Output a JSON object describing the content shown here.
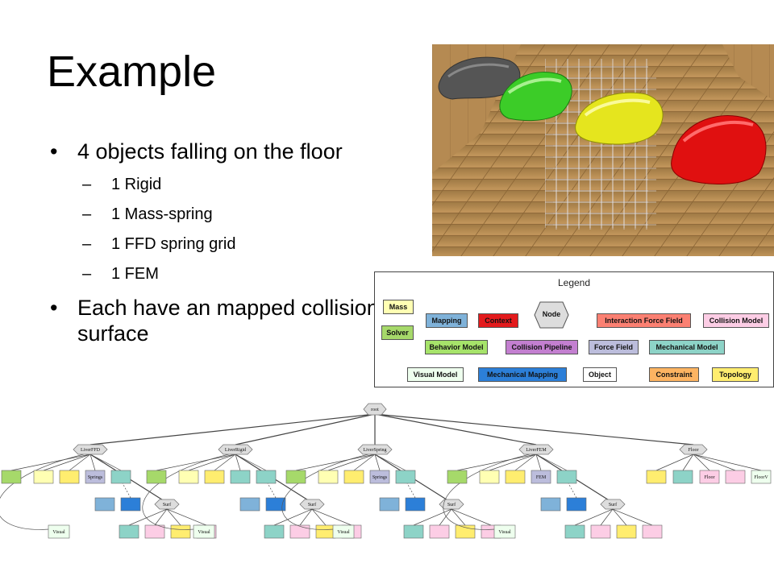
{
  "slide": {
    "title": "Example",
    "bullets": [
      {
        "text": "4 objects falling on the floor",
        "sub": [
          "1 Rigid",
          "1 Mass-spring",
          "1 FFD spring grid",
          "1 FEM"
        ]
      },
      {
        "text": "Each have an mapped collision surface"
      }
    ]
  },
  "legend": {
    "title": "Legend",
    "items": {
      "mass": "Mass",
      "solver": "Solver",
      "mapping": "Mapping",
      "context": "Context",
      "node": "Node",
      "interaction_force_field": "Interaction Force Field",
      "collision_model": "Collision Model",
      "behavior_model": "Behavior Model",
      "collision_pipeline": "Collision Pipeline",
      "force_field": "Force Field",
      "mechanical_model": "Mechanical Model",
      "visual_model": "Visual Model",
      "mechanical_mapping": "Mechanical Mapping",
      "object": "Object",
      "constraint": "Constraint",
      "topology": "Topology"
    }
  },
  "graph": {
    "root": "root",
    "groups": [
      {
        "node": "LiverFFD",
        "label": "Springs",
        "surf": "Surf",
        "visual": "Visual"
      },
      {
        "node": "LiverRigid",
        "label": "",
        "surf": "Surf",
        "visual": "Visual"
      },
      {
        "node": "LiverSpring",
        "label": "Springs",
        "surf": "Surf",
        "visual": "Visual"
      },
      {
        "node": "LiverFEM",
        "label": "FEM",
        "surf": "Surf",
        "visual": "Visual"
      }
    ],
    "floor": {
      "node": "Floor",
      "floor_label": "Floor",
      "floorv_label": "FloorV"
    }
  },
  "colors": {
    "mass": "#ffffb3",
    "solver": "#a6d96a",
    "mapping": "#7fb2d9",
    "context": "#e31a1c",
    "interaction_force_field": "#fb8072",
    "collision_model": "#fccde5",
    "behavior_model": "#a6e36a",
    "collision_pipeline": "#c37fd0",
    "force_field": "#bcbddc",
    "mechanical_model": "#8dd3c7",
    "visual_model": "#eeffee",
    "mechanical_mapping": "#2c7fd8",
    "object": "#ffffff",
    "constraint": "#fdb462",
    "topology": "#ffed6f",
    "node": "#dddddd"
  }
}
